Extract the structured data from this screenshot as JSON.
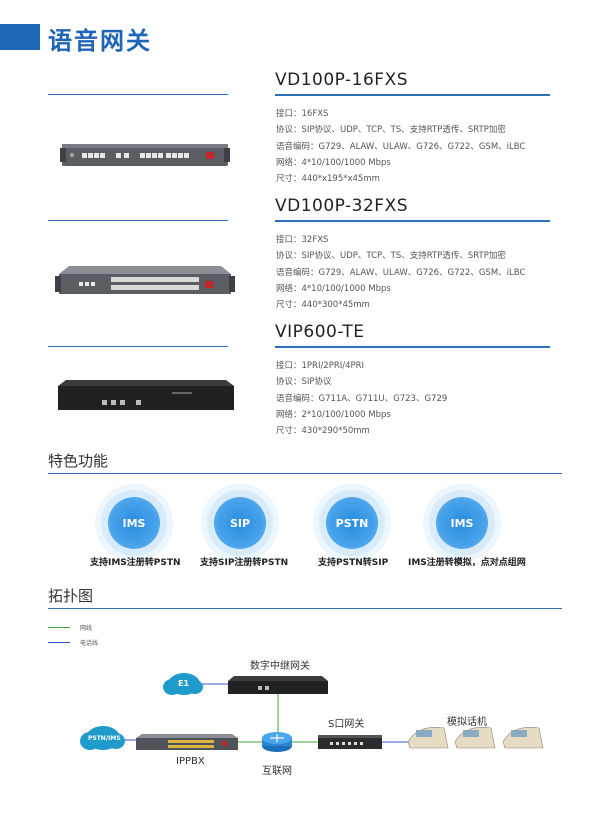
{
  "header": {
    "title": "语音网关"
  },
  "products": [
    {
      "name": "VD100P-16FXS",
      "specs": [
        "接口：16FXS",
        "协议：SIP协议、UDP、TCP、TS、支持RTP透传、SRTP加密",
        "语音编码：G729、ALAW、ULAW、G726、G722、GSM、iLBC",
        "网络：4*10/100/1000 Mbps",
        "尺寸：440*x195*x45mm"
      ]
    },
    {
      "name": "VD100P-32FXS",
      "specs": [
        "接口：32FXS",
        "协议：SIP协议、UDP、TCP、TS、支持RTP透传、SRTP加密",
        "语音编码：G729、ALAW、ULAW、G726、G722、GSM、iLBC",
        "网络：4*10/100/1000 Mbps",
        "尺寸：440*300*45mm"
      ]
    },
    {
      "name": "VIP600-TE",
      "specs": [
        "接口：1PRI/2PRI/4PRI",
        "协议：SIP协议",
        "语音编码：G711A、G711U、G723、G729",
        "网络：2*10/100/1000 Mbps",
        "尺寸：430*290*50mm"
      ]
    }
  ],
  "features": {
    "title": "特色功能",
    "items": [
      {
        "icon_text": "IMS",
        "label": "支持IMS注册转PSTN"
      },
      {
        "icon_text": "SIP",
        "label": "支持SIP注册转PSTN"
      },
      {
        "icon_text": "PSTN",
        "label": "支持PSTN转SIP"
      },
      {
        "icon_text": "IMS",
        "label": "IMS注册转模拟，点对点组网"
      }
    ]
  },
  "topology": {
    "title": "拓扑图",
    "legend": [
      {
        "label": "网线",
        "color": "#3aa83a"
      },
      {
        "label": "电话线",
        "color": "#3355cc"
      }
    ],
    "nodes": {
      "trunk_gateway": "数字中继网关",
      "e1": "E1",
      "pstn_ims": "PSTN/IMS",
      "ippbx": "IPPBX",
      "internet": "互联网",
      "s_gateway": "S口网关",
      "analog_phone": "模拟话机"
    }
  },
  "colors": {
    "accent": "#1d65b5",
    "line": "#2f6fb8",
    "feature": "#3a97e6"
  }
}
